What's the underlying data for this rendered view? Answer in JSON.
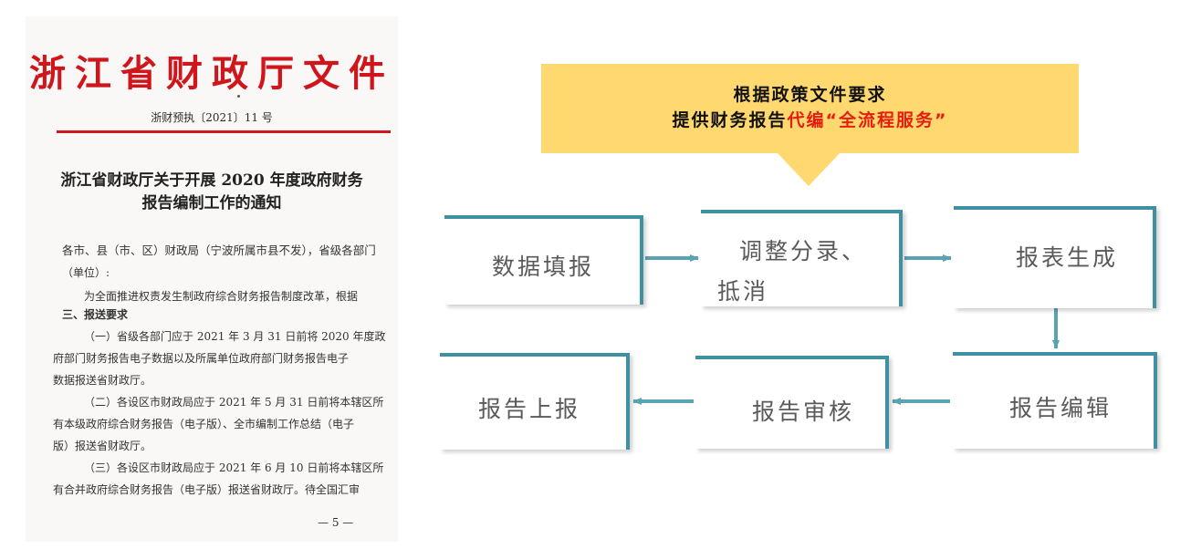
{
  "document": {
    "masthead": "浙江省财政厅文件",
    "doc_number": "浙财预执〔2021〕11 号",
    "title_line1": "浙江省财政厅关于开展 2020 年度政府财务",
    "title_line2": "报告编制工作的通知",
    "body_lines": [
      "各市、县（市、区）财政局（宁波所属市县不发），省级各部门",
      "（单位）:",
      "为全面推进权责发生制政府综合财务报告制度改革，根据",
      "三、报送要求",
      "（一）省级各部门应于 2021 年 3 月 31 日前将 2020 年度政",
      "府部门财务报告电子数据以及所属单位政府部门财务报告电子",
      "数据报送省财政厅。",
      "（二）各设区市财政局应于 2021 年 5 月 31 日前将本辖区所",
      "有本级政府综合财务报告（电子版）、全市编制工作总结（电子",
      "版）报送省财政厅。",
      "（三）各设区市财政局应于 2021 年 6 月 10 日前将本辖区所",
      "有合并政府综合财务报告（电子版）报送省财政厅。待全国汇审"
    ],
    "page_number": "— 5 —"
  },
  "callout": {
    "line1": "根据政策文件要求",
    "line2_prefix": "提供财务报告",
    "line2_highlight": "代编“全流程服务”",
    "bg_color": "#ffd86f",
    "highlight_color": "#e81c0f"
  },
  "flow": {
    "steps": [
      {
        "label": "数据填报"
      },
      {
        "label_line1": "调整分录、",
        "label_line2": "抵消"
      },
      {
        "label": "报表生成"
      },
      {
        "label": "报告编辑"
      },
      {
        "label": "报告审核"
      },
      {
        "label": "报告上报"
      }
    ],
    "accent_color": "#3f91a2",
    "arrow_color": "#5aa3b5"
  }
}
